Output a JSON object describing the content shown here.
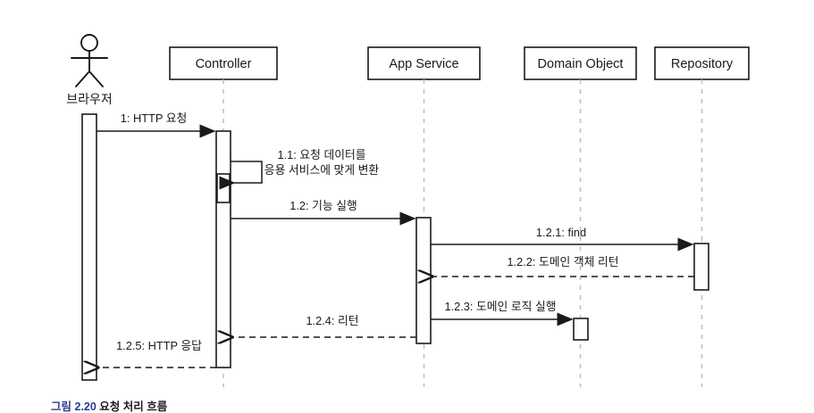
{
  "diagram": {
    "kind": "uml-sequence-diagram",
    "caption_number": "그림 2.20",
    "caption_text": "요청 처리 흐름",
    "colors": {
      "stroke": "#1a1a1a",
      "lifeline": "#b9b9b9",
      "background": "#ffffff",
      "caption_number": "#2b3990"
    },
    "actor": {
      "name": "브라우저",
      "icon": "stick-figure-actor"
    },
    "participants": [
      {
        "id": "controller",
        "label": "Controller"
      },
      {
        "id": "app-service",
        "label": "App Service"
      },
      {
        "id": "domain-object",
        "label": "Domain Object"
      },
      {
        "id": "repository",
        "label": "Repository"
      }
    ],
    "messages": [
      {
        "seq": "1",
        "label": "1: HTTP 요청",
        "from": "브라우저",
        "to": "Controller",
        "kind": "call"
      },
      {
        "seq": "1.1",
        "label": "1.1: 요청 데이터를",
        "label_line2": "응용 서비스에 맞게 변환",
        "from": "Controller",
        "to": "Controller",
        "kind": "self-call"
      },
      {
        "seq": "1.2",
        "label": "1.2: 기능 실행",
        "from": "Controller",
        "to": "App Service",
        "kind": "call"
      },
      {
        "seq": "1.2.1",
        "label": "1.2.1: find",
        "from": "App Service",
        "to": "Repository",
        "kind": "call"
      },
      {
        "seq": "1.2.2",
        "label": "1.2.2: 도메인 객체 리턴",
        "from": "Repository",
        "to": "App Service",
        "kind": "return"
      },
      {
        "seq": "1.2.3",
        "label": "1.2.3: 도메인 로직 실행",
        "from": "App Service",
        "to": "Domain Object",
        "kind": "call"
      },
      {
        "seq": "1.2.4",
        "label": "1.2.4: 리턴",
        "from": "App Service",
        "to": "Controller",
        "kind": "return"
      },
      {
        "seq": "1.2.5",
        "label": "1.2.5: HTTP 응답",
        "from": "Controller",
        "to": "브라우저",
        "kind": "return"
      }
    ]
  }
}
